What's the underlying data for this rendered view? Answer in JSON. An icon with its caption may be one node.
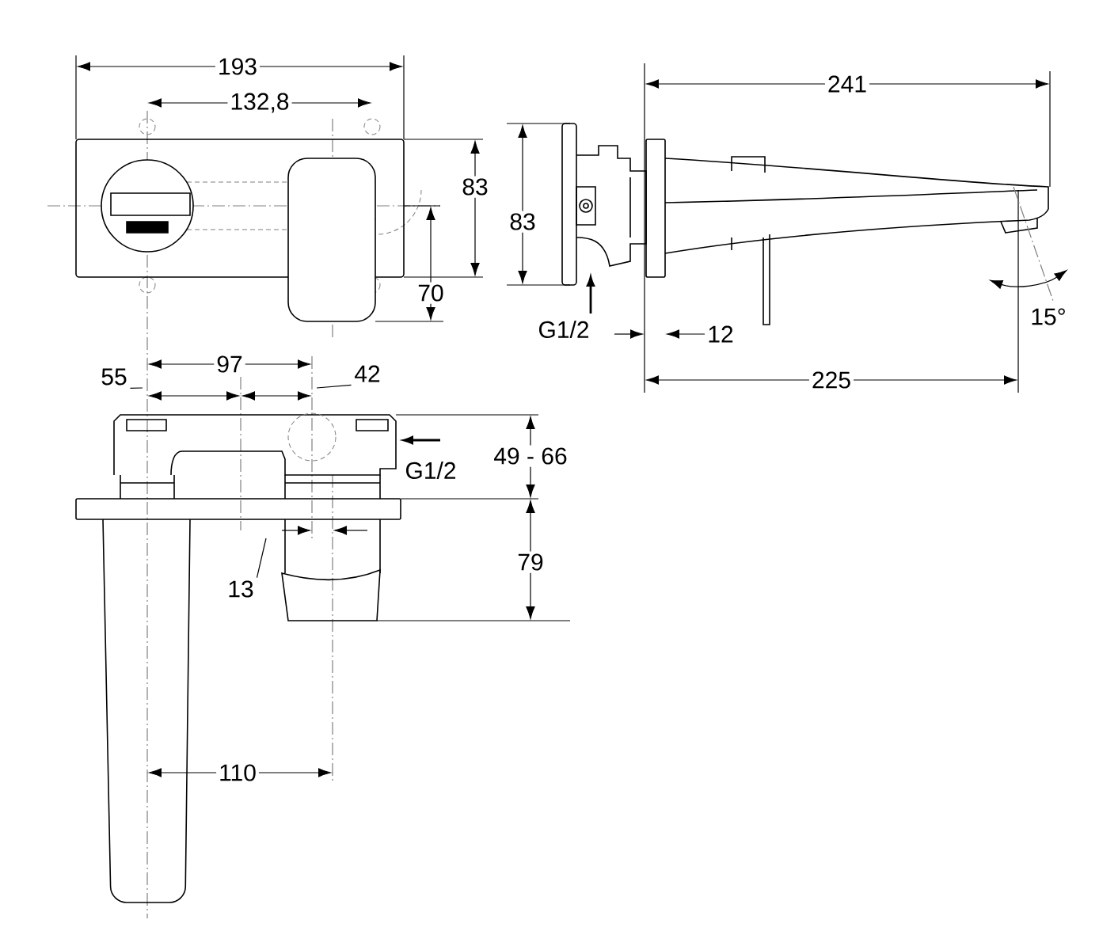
{
  "diagram": {
    "nodes": [
      {
        "text": [
          "55"
        ]
      },
      {
        "text": [
          "42"
        ]
      },
      {
        "text": [
          "13"
        ]
      }
    ],
    "edges": [
      {
        "from": 0,
        "to": null,
        "arrow": "none"
      },
      {
        "from": 1,
        "to": null,
        "arrow": "none"
      },
      {
        "from": 2,
        "to": null,
        "arrow": "none"
      }
    ],
    "labels": [
      "193",
      "132,8",
      "83",
      "83",
      "241",
      "70",
      "G1/2",
      "12",
      "15°",
      "225",
      "97",
      "49 - 66",
      "G1/2",
      "79",
      "110"
    ]
  }
}
